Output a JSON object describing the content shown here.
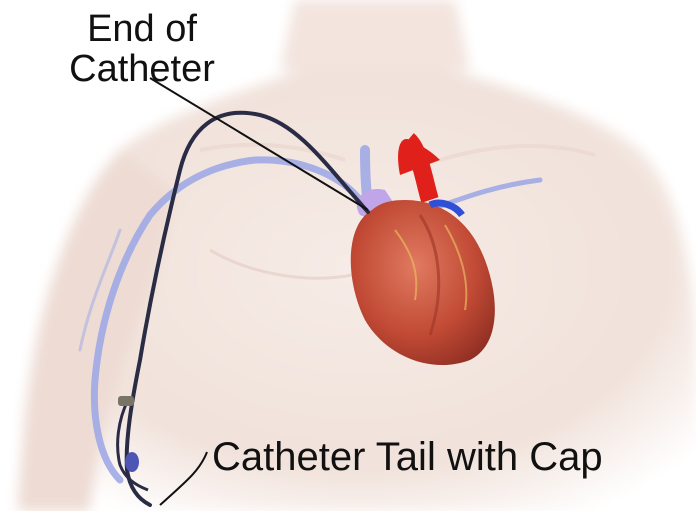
{
  "labels": {
    "end_of_catheter_line1": "End of",
    "end_of_catheter_line2": "Catheter",
    "catheter_tail": "Catheter Tail with Cap"
  },
  "colors": {
    "background": "#ffffff",
    "skin": "#f2e3dc",
    "heart": "#c8503c",
    "aorta": "#e0201a",
    "vein": "#9aa6e6",
    "catheter": "#2a2c45",
    "leader_line": "#111111"
  },
  "icons": [
    "torso-illustration",
    "heart-illustration",
    "catheter-line"
  ]
}
